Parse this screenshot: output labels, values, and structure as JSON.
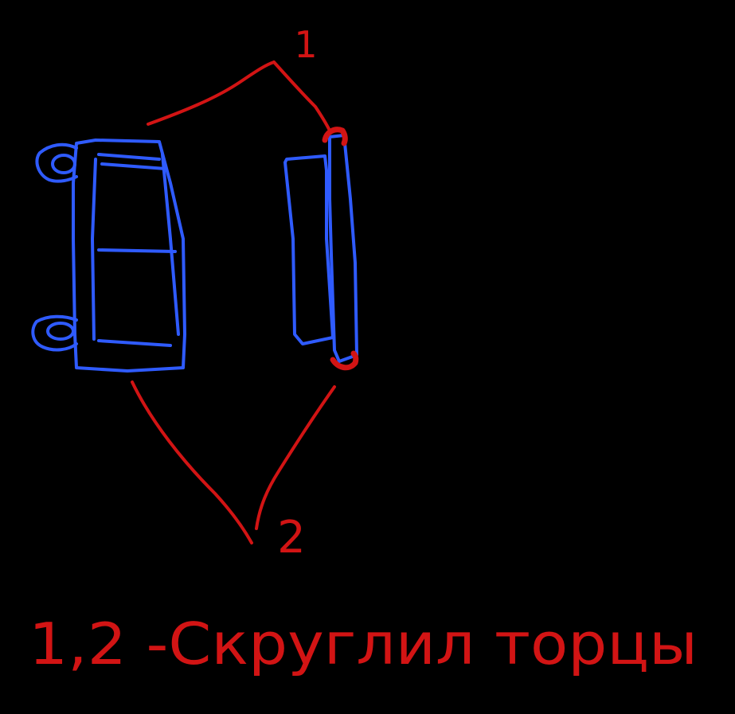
{
  "labels": {
    "marker_1": "1",
    "marker_2": "2",
    "caption": "1,2 -Скруглил торцы"
  },
  "colors": {
    "background": "#000000",
    "part_stroke": "#2f5bff",
    "annotation_stroke": "#d21414"
  }
}
